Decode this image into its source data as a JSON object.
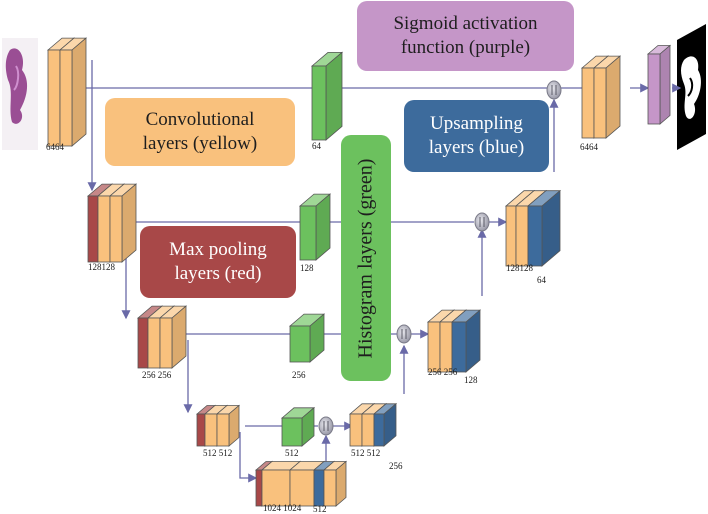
{
  "legend": {
    "conv": [
      "Convolutional",
      "layers (yellow)"
    ],
    "pool": [
      "Max pooling",
      "layers (red)"
    ],
    "sigmoid": [
      "Sigmoid activation",
      "function (purple)"
    ],
    "up": [
      "Upsampling",
      "layers (blue)"
    ],
    "hist": "Histogram layers (green)"
  },
  "labels": {
    "enc1": "6464",
    "enc1_hist": "64",
    "out_conv": "6464",
    "enc2": "128128",
    "enc2_hist": "128",
    "dec2": "128128",
    "dec2_up": "64",
    "enc3": "256 256",
    "enc3_hist": "256",
    "dec3": "256 256",
    "dec3_up": "128",
    "enc4": "512 512",
    "enc4_hist": "512",
    "dec4": "512 512",
    "dec4_up": "256",
    "bott": "1024  1024",
    "bott_up": "512"
  },
  "colors": {
    "conv": "#f9c17d",
    "pool": "#a84848",
    "sigmoid": "#c596c8",
    "up": "#3d6b9c",
    "hist": "#6cc15e",
    "arrow": "#6a6aa8"
  }
}
